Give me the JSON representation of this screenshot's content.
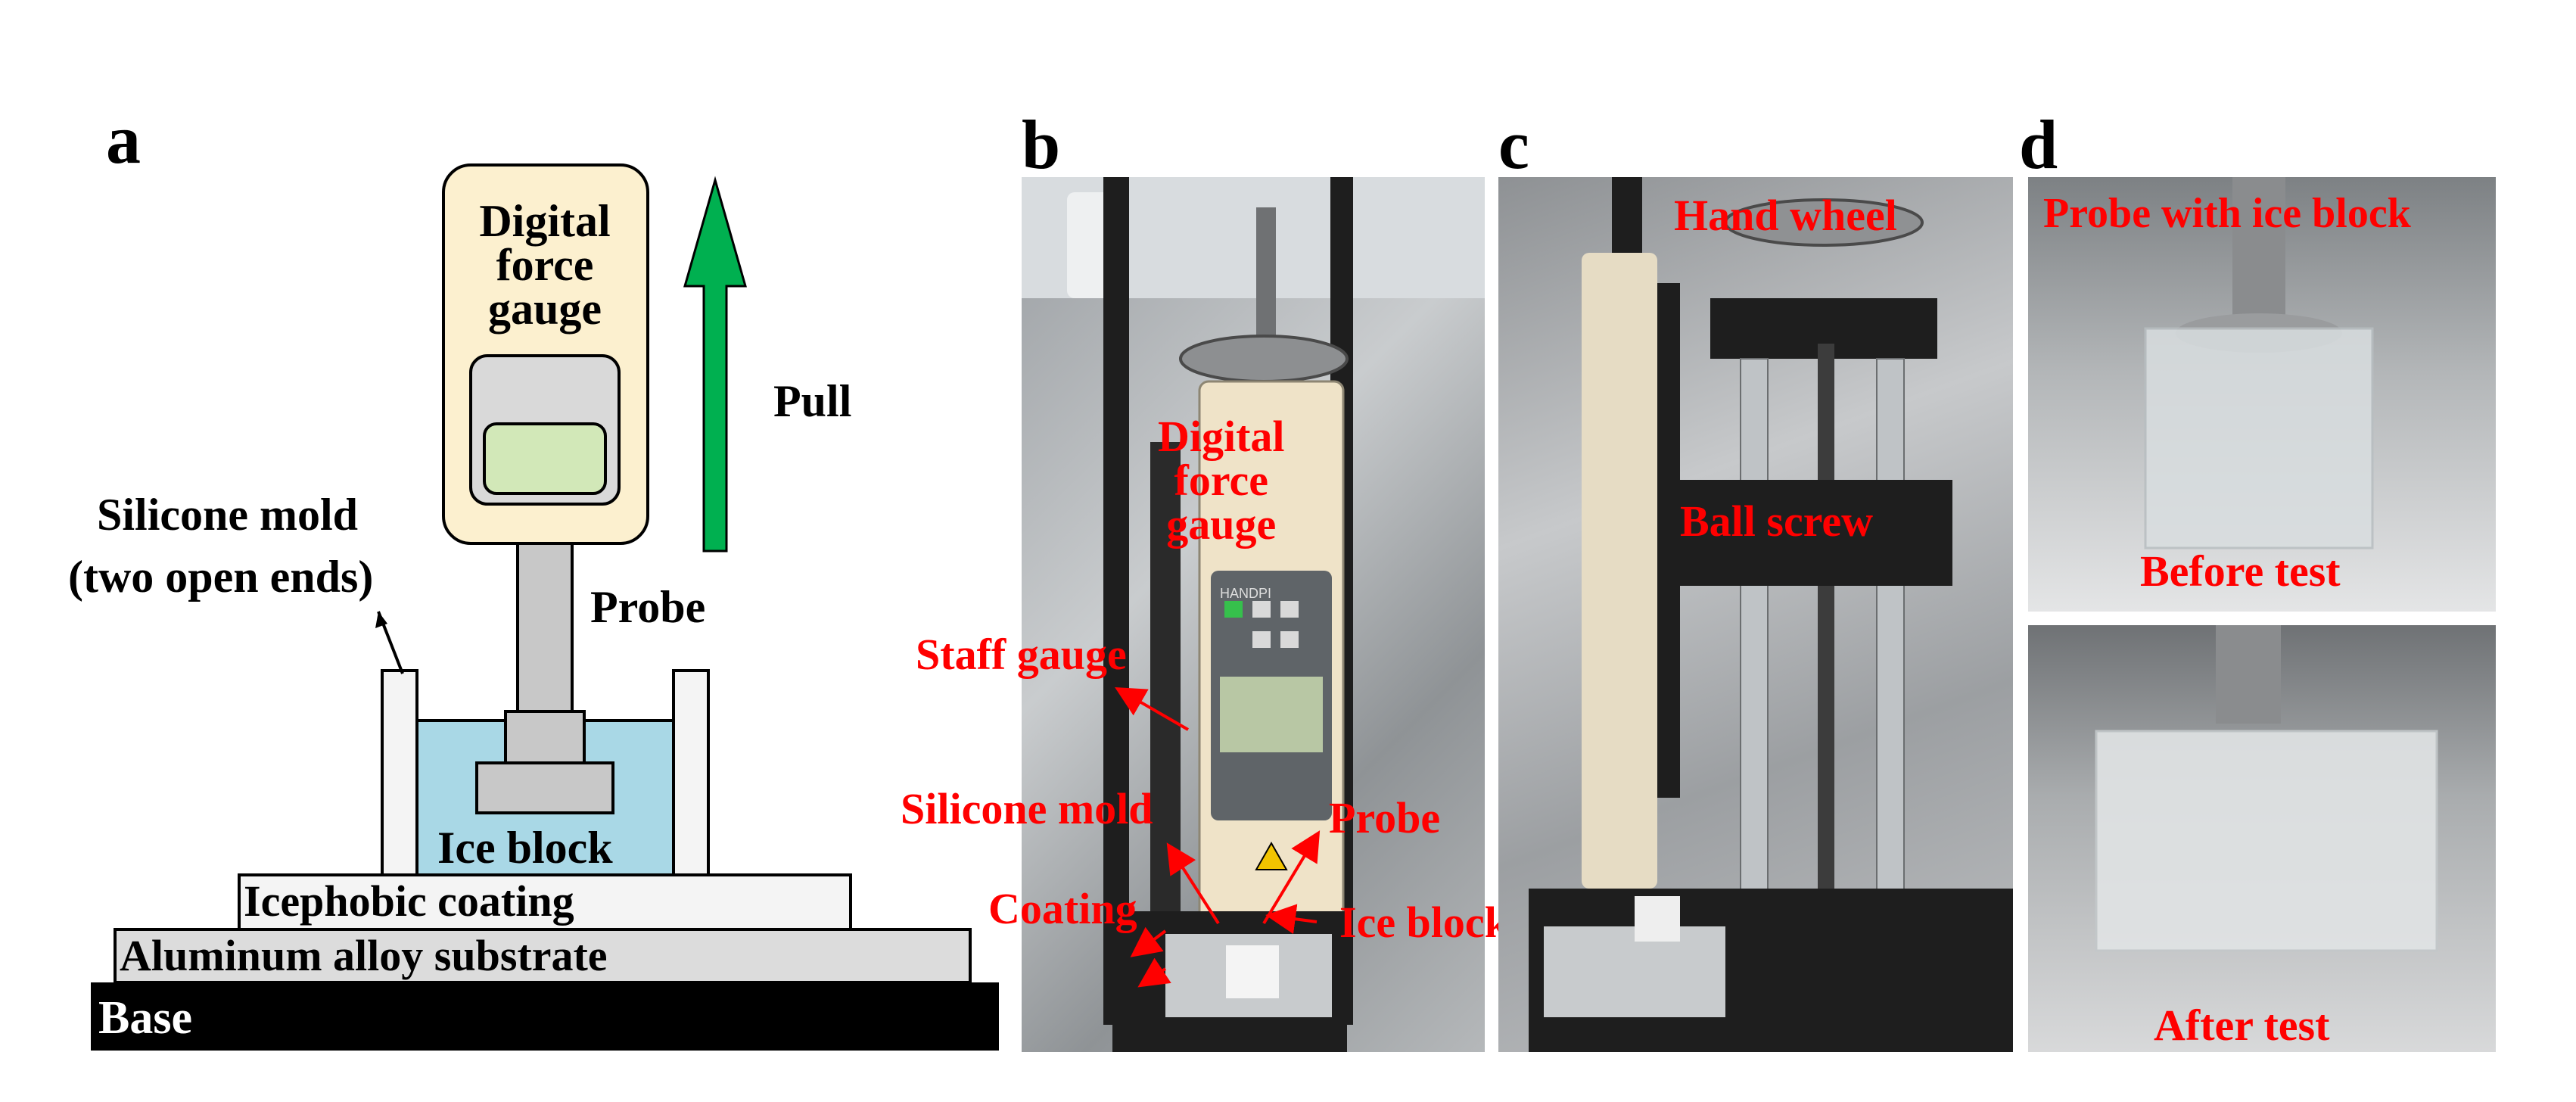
{
  "panels": {
    "a": {
      "letter": "a",
      "labels": {
        "gauge_line1": "Digital",
        "gauge_line2": "force",
        "gauge_line3": "gauge",
        "pull": "Pull",
        "mold_line1": "Silicone mold",
        "mold_line2": "(two open ends)",
        "probe": "Probe",
        "ice_block": "Ice block",
        "coating": "Icephobic coating",
        "substrate": "Aluminum alloy substrate",
        "base": "Base"
      },
      "colors": {
        "gauge_body": "#fcf0cf",
        "gauge_screen": "#d2e8b8",
        "ice": "#a9d8e6",
        "pull_arrow": "#00b050",
        "base": "#000000"
      }
    },
    "b": {
      "letter": "b",
      "labels": {
        "gauge_line1": "Digital",
        "gauge_line2": "force",
        "gauge_line3": "gauge",
        "staff_gauge": "Staff gauge",
        "silicone_mold": "Silicone mold",
        "probe": "Probe",
        "coating": "Coating",
        "ice_block": "Ice block",
        "brand": "HANDPI"
      }
    },
    "c": {
      "letter": "c",
      "labels": {
        "hand_wheel": "Hand wheel",
        "ball_screw": "Ball screw"
      }
    },
    "d": {
      "letter": "d",
      "labels": {
        "probe_with_ice": "Probe with ice block",
        "before_test": "Before test",
        "after_test": "After test"
      }
    }
  },
  "label_color": "#ff0000"
}
